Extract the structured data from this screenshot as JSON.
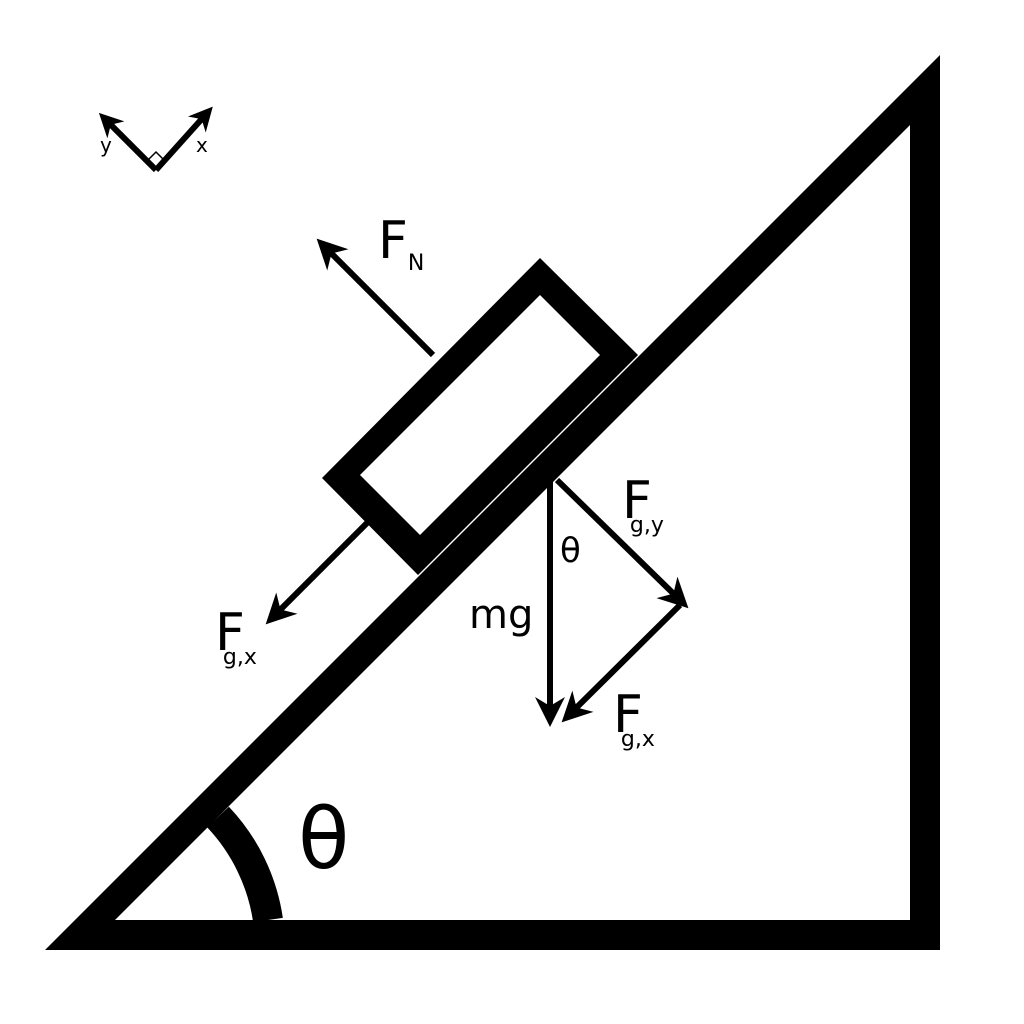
{
  "diagram": {
    "axes": {
      "x_label": "x",
      "y_label": "y"
    },
    "forces": {
      "normal": {
        "symbol": "F",
        "subscript": "N"
      },
      "gravity_x_block": {
        "symbol": "F",
        "subscript": "g,x"
      },
      "gravity_y": {
        "symbol": "F",
        "subscript": "g,y"
      },
      "gravity_x_component": {
        "symbol": "F",
        "subscript": "g,x"
      },
      "weight": {
        "label": "mg"
      }
    },
    "angles": {
      "incline": "θ",
      "between_weight_and_normal_component": "θ"
    }
  },
  "colors": {
    "stroke": "#000000",
    "background": "#ffffff"
  }
}
